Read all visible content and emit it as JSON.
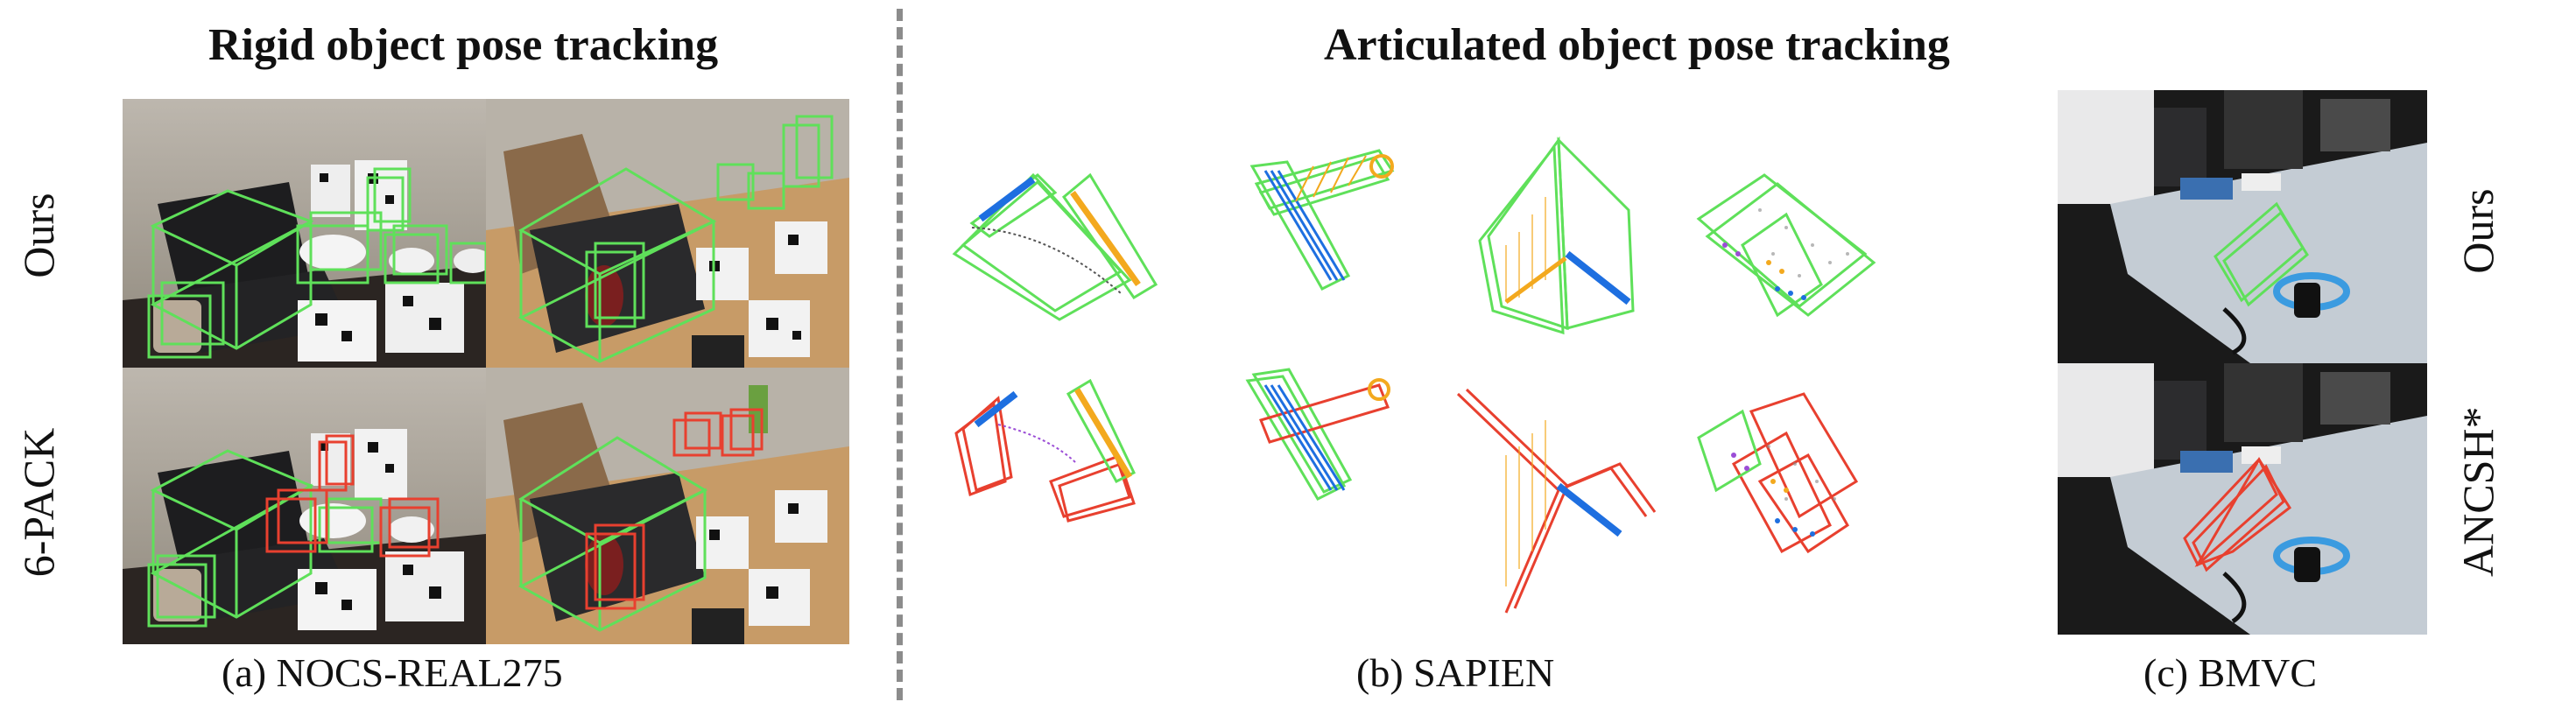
{
  "headings": {
    "rigid": "Rigid object pose tracking",
    "articulated": "Articulated object pose tracking"
  },
  "captions": {
    "a": "(a) NOCS-REAL275",
    "b": "(b) SAPIEN",
    "c": "(c) BMVC"
  },
  "row_labels": {
    "left_top": "Ours",
    "left_bottom": "6-PACK",
    "right_top": "Ours",
    "right_bottom": "ANCSH*"
  },
  "colors": {
    "ours_box": "#5fe05a",
    "baseline_box": "#e8402f",
    "part_blue": "#1e6fe0",
    "part_orange": "#f3a91e",
    "divider": "#8c8c8c"
  }
}
